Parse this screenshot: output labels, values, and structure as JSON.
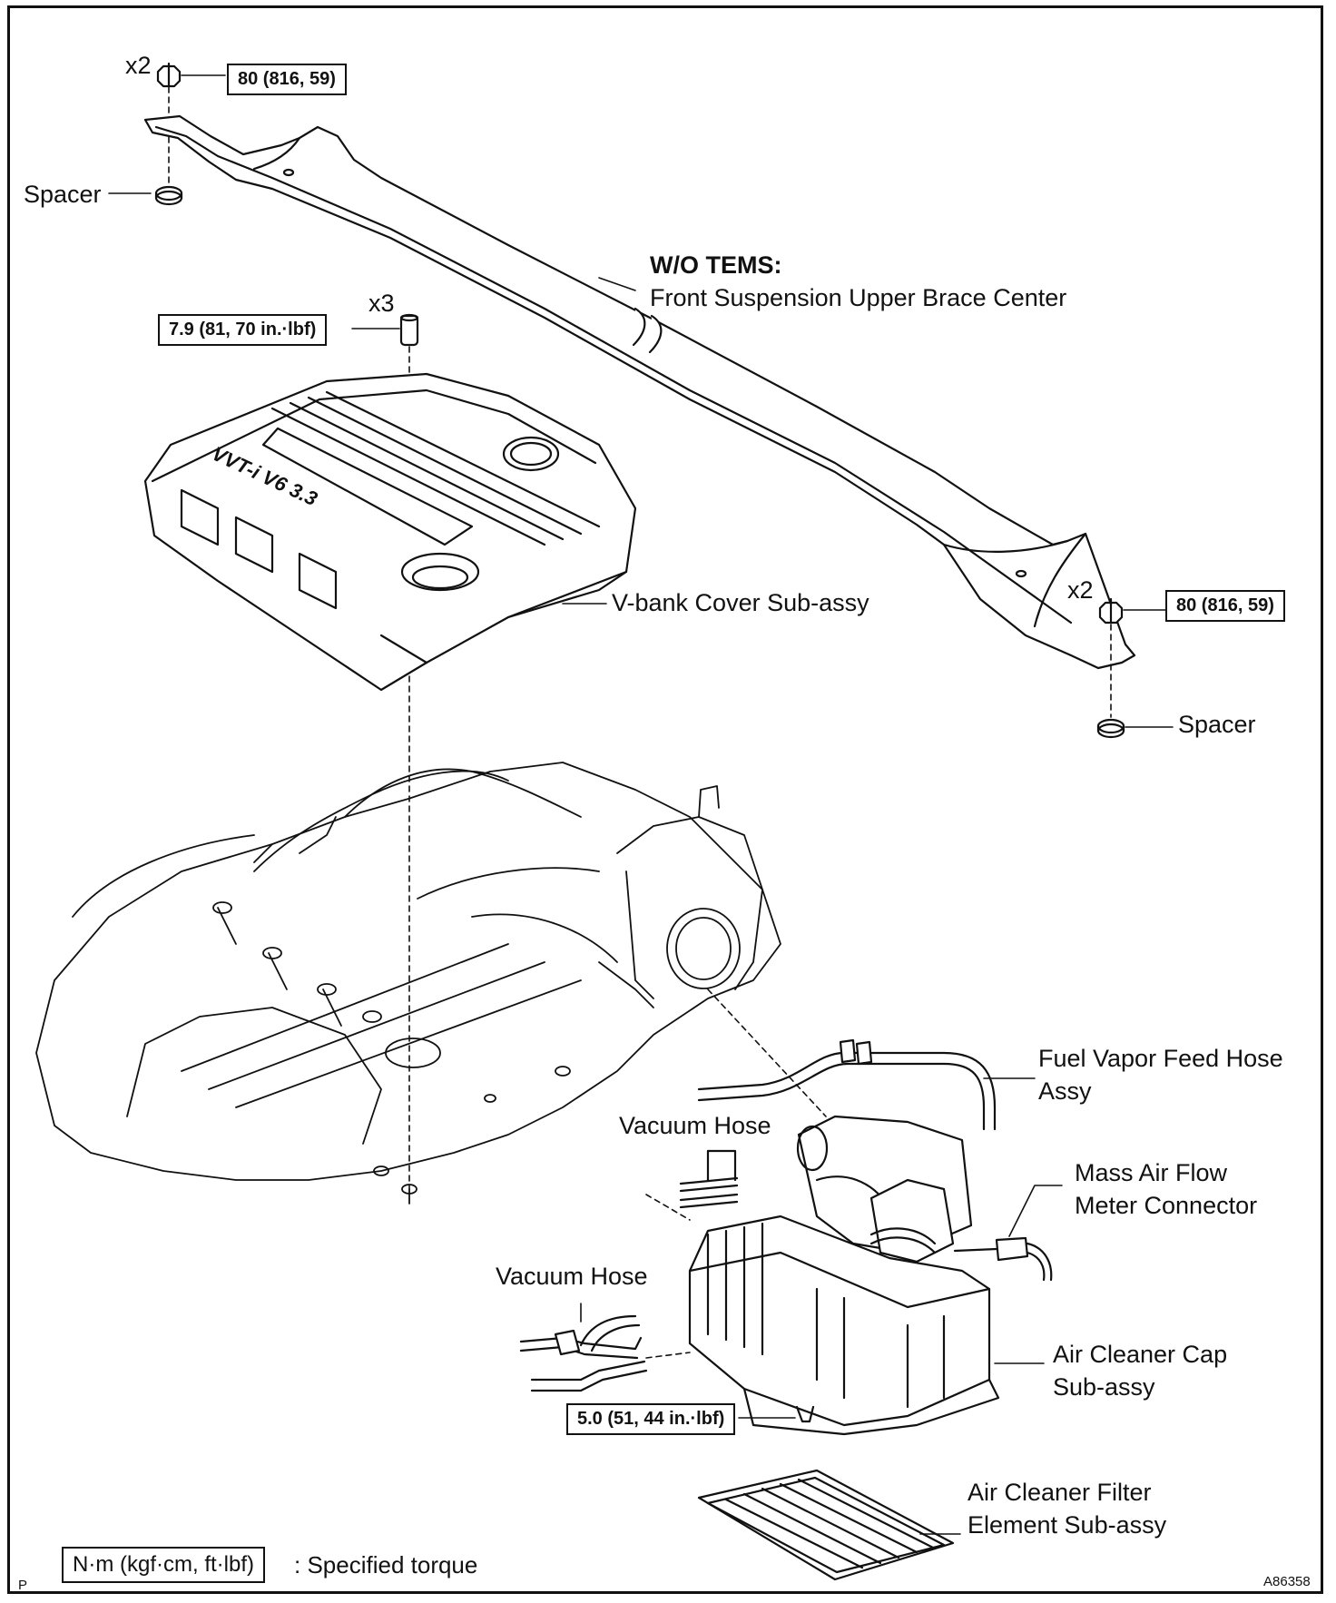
{
  "labels": {
    "x2_top": "x2",
    "x2_right": "x2",
    "x3": "x3",
    "spacer_top": "Spacer",
    "spacer_bottom": "Spacer",
    "wo_tems": "W/O TEMS:",
    "brace_center": "Front Suspension Upper Brace Center",
    "vbank_cover": "V-bank Cover Sub-assy",
    "fuel_vapor_line1": "Fuel Vapor Feed Hose",
    "fuel_vapor_line2": "Assy",
    "vacuum_hose_1": "Vacuum Hose",
    "vacuum_hose_2": "Vacuum Hose",
    "maf_line1": "Mass Air Flow",
    "maf_line2": "Meter Connector",
    "air_cleaner_cap_line1": "Air Cleaner Cap",
    "air_cleaner_cap_line2": "Sub-assy",
    "filter_line1": "Air Cleaner Filter",
    "filter_line2": "Element Sub-assy",
    "cover_logo_text": "VVT-i V6 3.3"
  },
  "torques": {
    "brace_top": "80 (816, 59)",
    "brace_right": "80 (816, 59)",
    "vbank": "7.9 (81, 70 in.·lbf)",
    "air_cleaner": "5.0 (51, 44 in.·lbf)"
  },
  "legend": {
    "box": "N·m (kgf·cm, ft·lbf)",
    "text": ": Specified torque"
  },
  "corner": {
    "left": "P",
    "right": "A86358"
  }
}
